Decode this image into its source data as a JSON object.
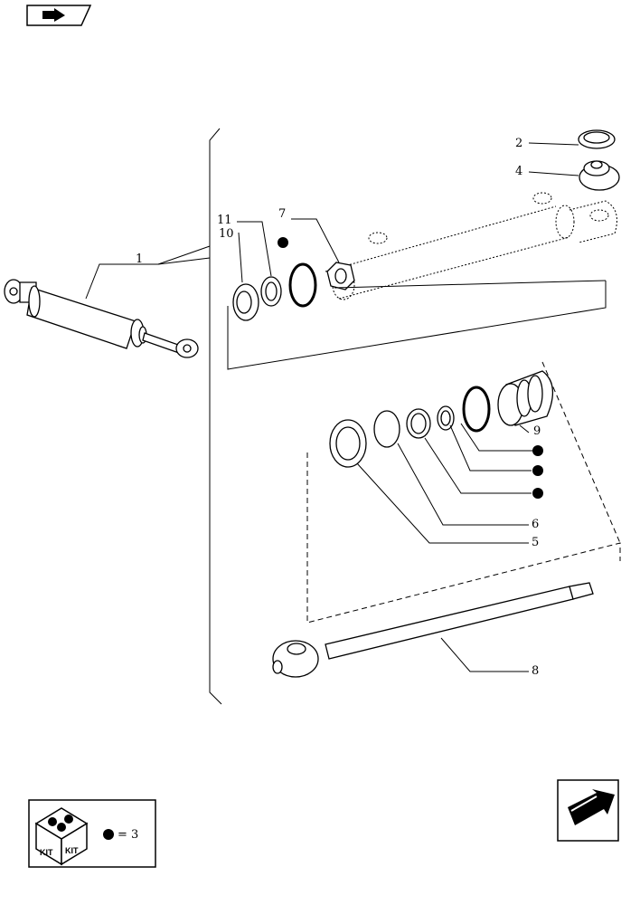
{
  "callouts": {
    "c1": "1",
    "c2": "2",
    "c4": "4",
    "c5": "5",
    "c6": "6",
    "c7": "7",
    "c8": "8",
    "c9": "9",
    "c10": "10",
    "c11": "11"
  },
  "kit": {
    "label_left": "KIT",
    "label_right": "KIT",
    "legend_text": "= 3"
  },
  "icons": {
    "top_left": "hand-page-icon",
    "bottom_right": "next-page-arrow-icon"
  }
}
